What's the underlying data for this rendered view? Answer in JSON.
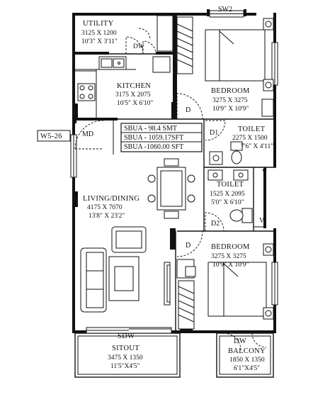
{
  "unit_tag": "W5-26",
  "rooms": {
    "utility": {
      "name": "UTILITY",
      "dim_mm": "3125 X 1200",
      "dim_ft": "10'3\" X 3'11\""
    },
    "dw_utility": "DW",
    "kitchen": {
      "name": "KITCHEN",
      "dim_mm": "3175 X 2075",
      "dim_ft": "10'5\" X 6'10\""
    },
    "bedroom1": {
      "name": "BEDROOM",
      "dim_mm": "3275 X 3275",
      "dim_ft": "10'9\" X 10'9\""
    },
    "toilet1": {
      "name": "TOILET",
      "dim_mm": "2275 X 1500",
      "dim_ft": "7'6\" X 4'11\""
    },
    "toilet2": {
      "name": "TOILET",
      "dim_mm": "1525 X 2095",
      "dim_ft": "5'0\" X 6'10\""
    },
    "living": {
      "name": "LIVING/DINING",
      "dim_mm": "4175 X 7070",
      "dim_ft": "13'8\" X 23'2\""
    },
    "bedroom2": {
      "name": "BEDROOM",
      "dim_mm": "3275 X 3275",
      "dim_ft": "10'9\" X 10'9\""
    },
    "sitout": {
      "name": "SITOUT",
      "dim_mm": "3475 X 1350",
      "dim_ft": "11'5\"X4'5\""
    },
    "balcony": {
      "name": "BALCONY",
      "dim_mm": "1850 X 1350",
      "dim_ft": "6'1\"X4'5\""
    }
  },
  "area_box": [
    "SBUA - 98.4 SMT",
    "SBUA -  1059.17SFT",
    "SBUA -1060.00 SFT"
  ],
  "door_tags": {
    "md": "MD",
    "d_bed1": "D",
    "d1": "D1",
    "d2": "D2",
    "d_bed2": "D",
    "sdw": "SDW",
    "dw_balcony": "DW",
    "sw2": "SW2",
    "v1": "V",
    "v2": "V"
  }
}
